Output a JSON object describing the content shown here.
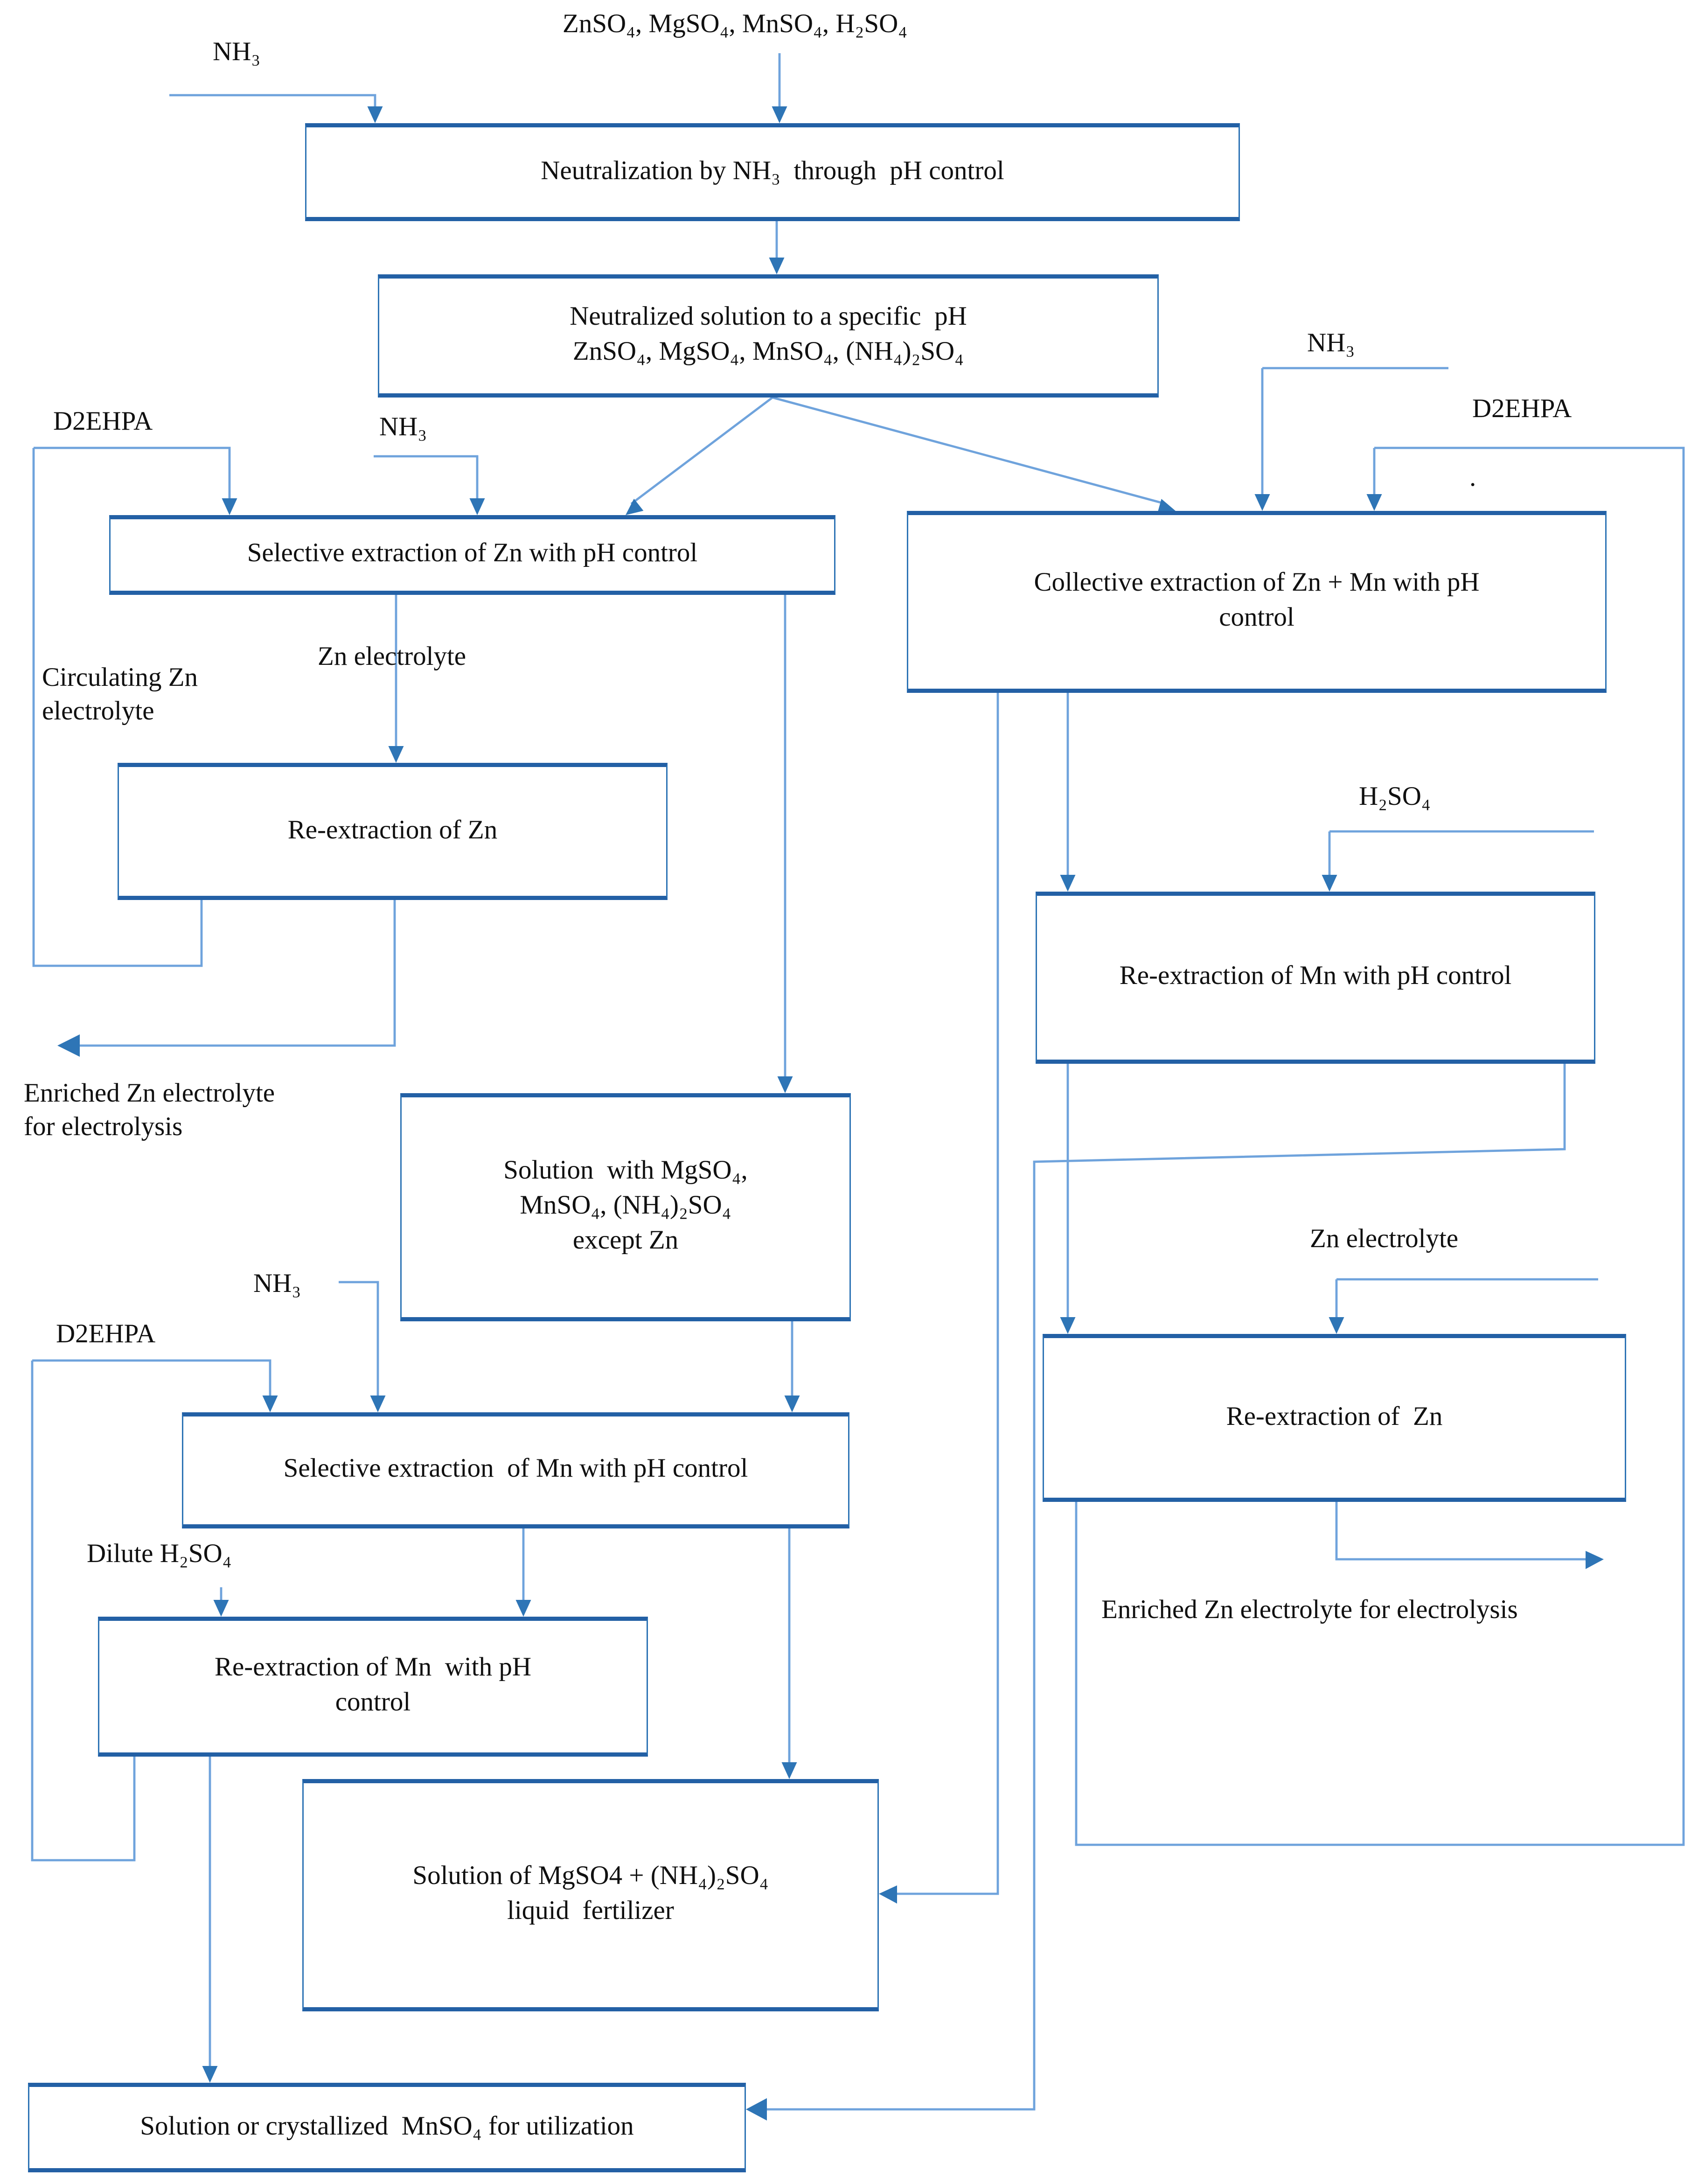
{
  "colors": {
    "background": "#ffffff",
    "box_border": "#2E74B5",
    "box_border_thick": "#2360A5",
    "line": "#6FA3DC",
    "arrow": "#2E75B6",
    "text": "#101010"
  },
  "boxes": {
    "neutralization": {
      "label": "Neutralization by NH₃  through  pH control"
    },
    "neutralized": {
      "label": "Neutralized solution to a specific  pH\nZnSO₄, MgSO₄, MnSO₄, (NH₄)₂SO₄"
    },
    "selective_zn": {
      "label": "Selective extraction of Zn with pH control"
    },
    "re_zn_left": {
      "label": "Re-extraction of Zn"
    },
    "solution_mg": {
      "label": "Solution  with MgSO₄,\nMnSO₄, (NH₄)₂SO₄\nexcept Zn"
    },
    "selective_mn": {
      "label": "Selective extraction  of Mn with pH control"
    },
    "re_mn_left": {
      "label": "Re-extraction of Mn  with pH\ncontrol"
    },
    "fertilizer": {
      "label": "Solution of MgSO4 + (NH₄)₂SO₄\nliquid  fertilizer"
    },
    "mnso4_out": {
      "label": "Solution or crystallized  MnSO₄ for utilization"
    },
    "collective": {
      "label": "Collective extraction of Zn + Mn with pH\ncontrol"
    },
    "re_mn_right": {
      "label": "Re-extraction of Mn with pH control"
    },
    "re_zn_right": {
      "label": "Re-extraction of  Zn"
    }
  },
  "labels": {
    "feed_top": "ZnSO₄, MgSO₄, MnSO₄, H₂SO₄",
    "nh3_top_left": "NH₃",
    "nh3_collective": "NH₃",
    "d2ehpa_right": "D2EHPA",
    "d2ehpa_zn": "D2EHPA",
    "nh3_selective_zn": "NH₃",
    "circulating": "Circulating Zn\nelectrolyte",
    "zn_electrolyte_left": "Zn electrolyte",
    "enriched_left": "Enriched Zn electrolyte\nfor electrolysis",
    "h2so4_right": "H₂SO₄",
    "zn_electrolyte_right": "Zn electrolyte",
    "nh3_selective_mn": "NH₃",
    "d2ehpa_mn": "D2EHPA",
    "dilute_h2so4": "Dilute H₂SO₄",
    "enriched_right": "Enriched Zn electrolyte for electrolysis",
    "stray_dot": "."
  }
}
